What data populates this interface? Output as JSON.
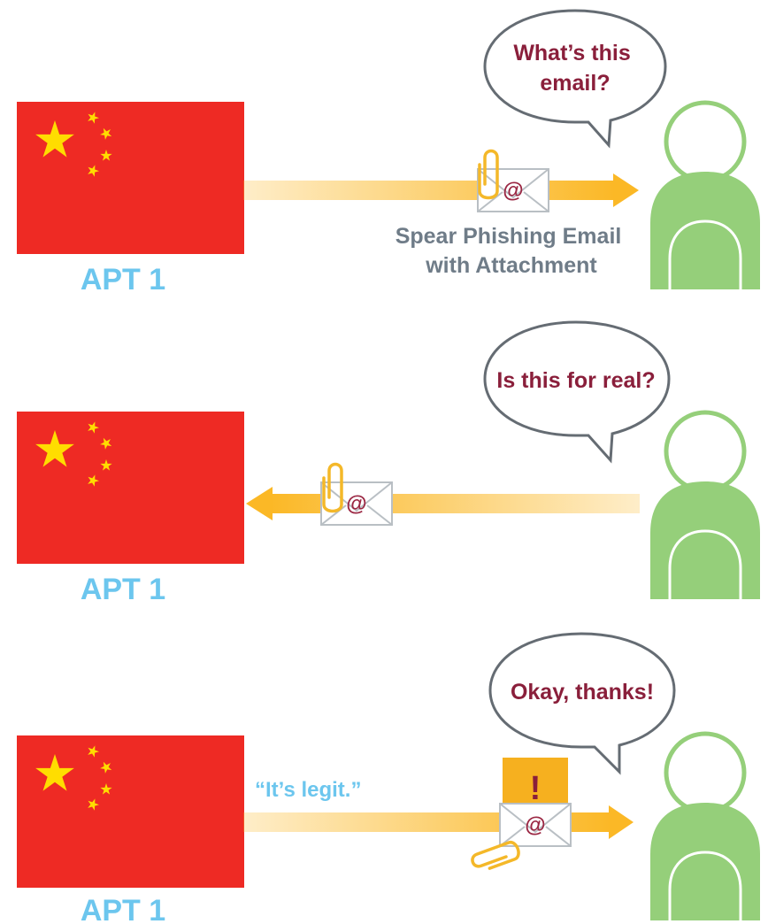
{
  "colors": {
    "flag_red": "#ee2a24",
    "star_yellow": "#ffdd00",
    "arrow_orange": "#fbb826",
    "person_green": "#95cf7a",
    "apt_label_blue": "#6cc6ee",
    "caption_gray": "#6f7c88",
    "bubble_text": "#8a1f3b",
    "warning_orange": "#f6b01f"
  },
  "icons": [
    "china-flag-icon",
    "envelope-icon",
    "paperclip-icon",
    "person-icon",
    "speech-bubble-icon",
    "warning-icon"
  ],
  "rows": [
    {
      "actor_label": "APT 1",
      "bubble_text_lines": [
        "What’s this",
        "email?"
      ],
      "email_caption_lines": [
        "Spear Phishing Email",
        "with Attachment"
      ],
      "arrow_direction": "right"
    },
    {
      "actor_label": "APT 1",
      "bubble_text_lines": [
        "Is this for real?"
      ],
      "arrow_direction": "left"
    },
    {
      "actor_label": "APT 1",
      "bubble_text_lines": [
        "Okay, thanks!"
      ],
      "reply_quote": "“It’s legit.”",
      "warning_mark": "!",
      "arrow_direction": "right"
    }
  ],
  "envelope_symbol": "@"
}
